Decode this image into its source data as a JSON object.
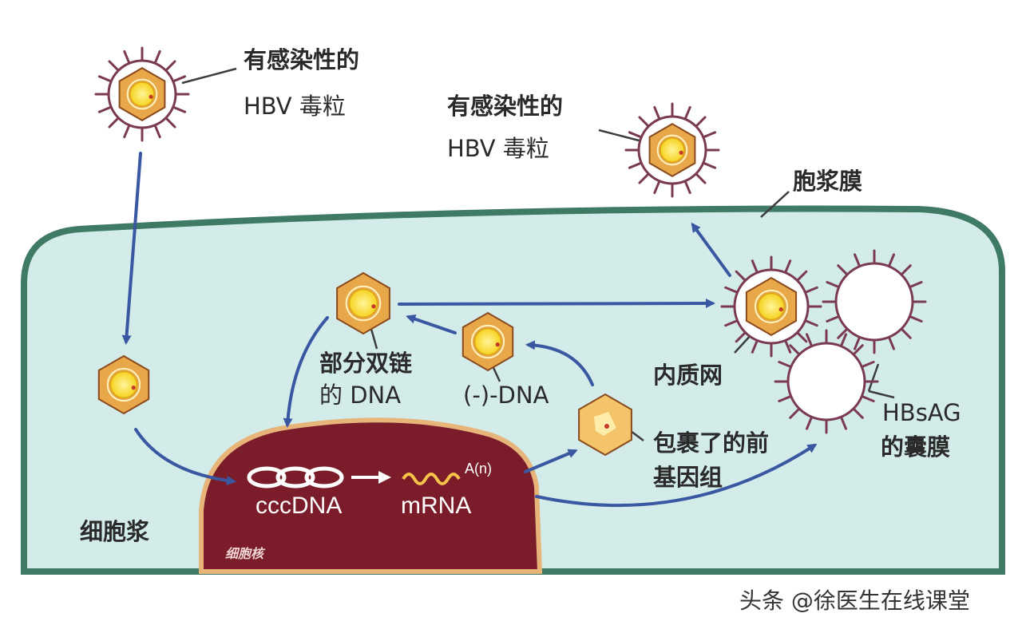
{
  "labels": {
    "infectious_virion_top_line1": "有感染性的",
    "infectious_virion_top_line2": "HBV 毒粒",
    "infectious_virion_exit_line1": "有感染性的",
    "infectious_virion_exit_line2": "HBV 毒粒",
    "plasma_membrane": "胞浆膜",
    "partial_dsdna_line1": "部分双链",
    "partial_dsdna_line2": "的 DNA",
    "minus_dna": "(-)-DNA",
    "er": "内质网",
    "packaged_pregenome_line1": "包裹了的前",
    "packaged_pregenome_line2": "基因组",
    "hbsag_line1": "HBsAG",
    "hbsag_line2": "的囊膜",
    "cccdna": "cccDNA",
    "mrna": "mRNA",
    "poly_a": "A(n)",
    "cytoplasm": "细胞浆",
    "nucleus": "细胞核"
  },
  "watermark": "头条 @徐医生在线课堂",
  "colors": {
    "cell_fill": "#d3ecea",
    "membrane": "#3e7a64",
    "nucleus": "#7a1c2a",
    "nucleus_rim": "#e7b57a",
    "arrow": "#3a58a2",
    "capsid": "#e8a84a",
    "core": "#ffe64a",
    "spike": "#7a3a52"
  }
}
